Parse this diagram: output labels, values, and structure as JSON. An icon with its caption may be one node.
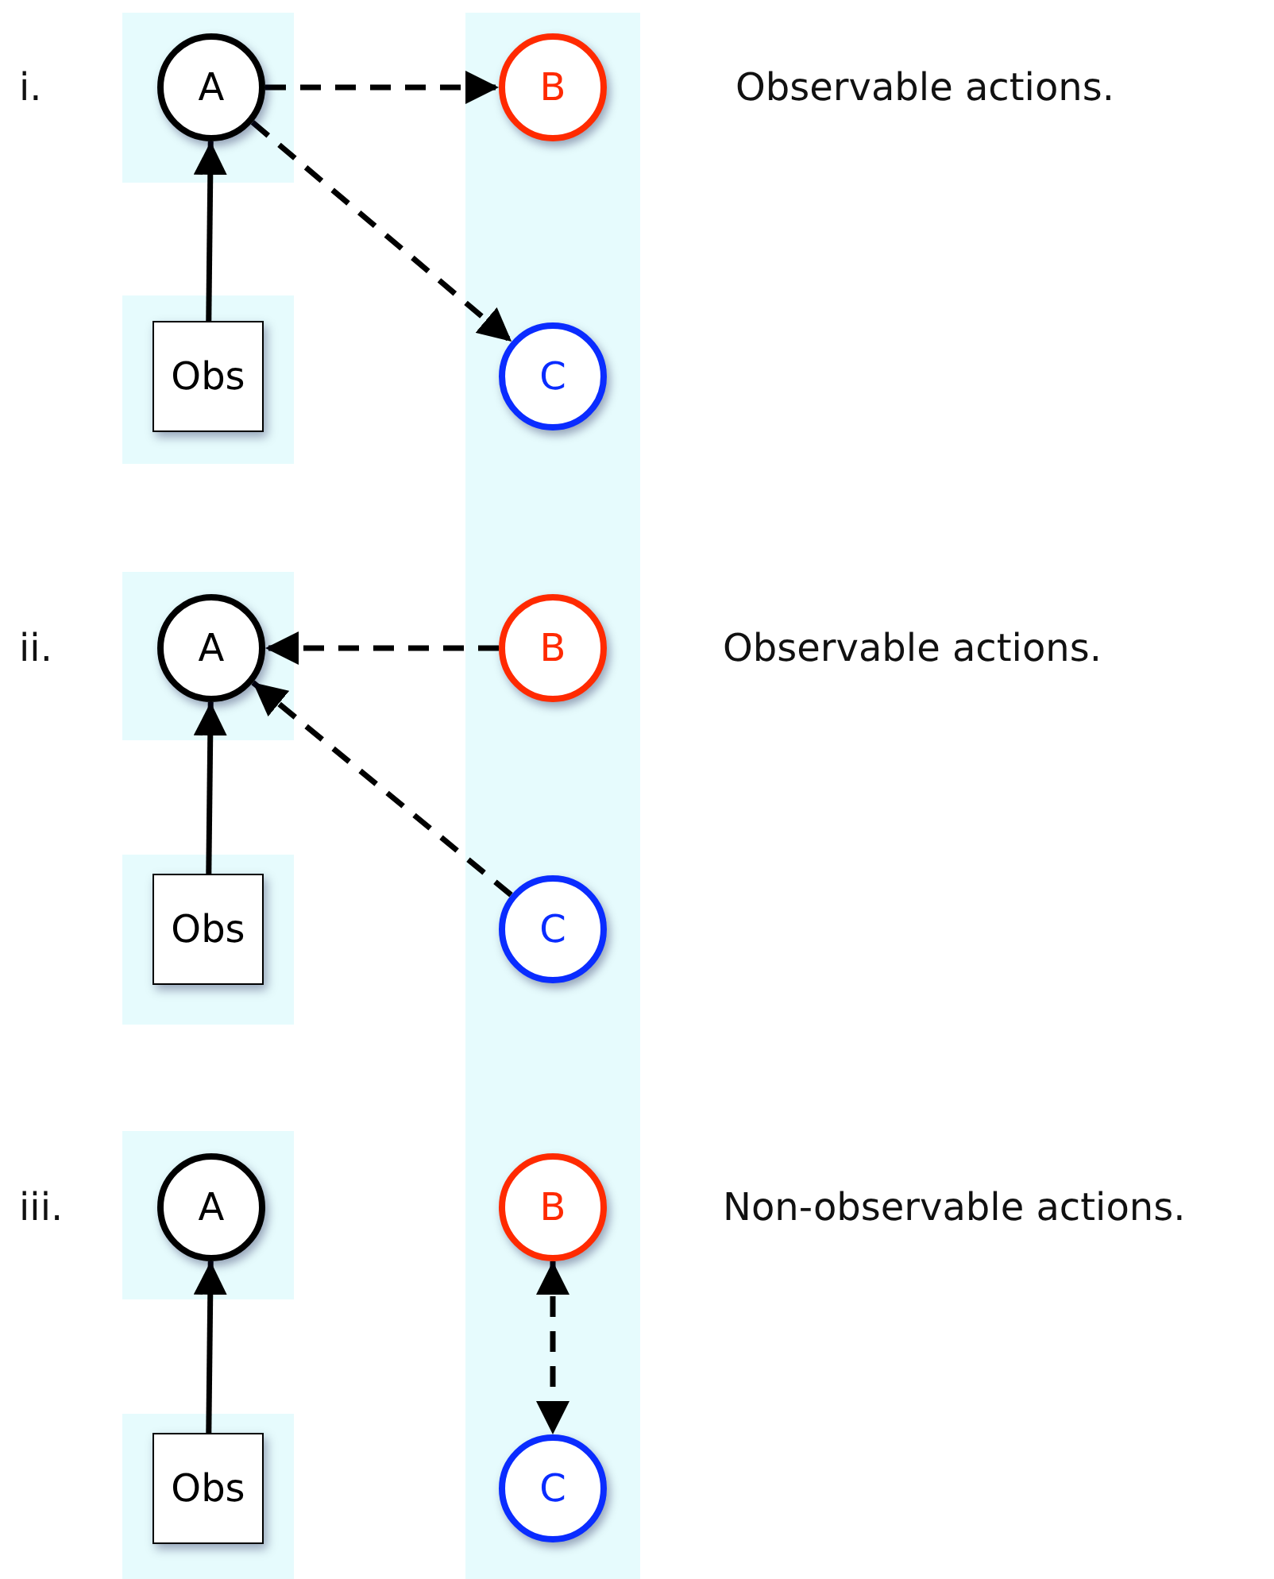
{
  "diagram": {
    "nodes": [
      {
        "text": [
          "A"
        ]
      },
      {
        "text": [
          "B"
        ]
      },
      {
        "text": [
          "C"
        ]
      },
      {
        "text": [
          "Obs"
        ]
      },
      {
        "text": [
          "A"
        ]
      },
      {
        "text": [
          "B"
        ]
      },
      {
        "text": [
          "C"
        ]
      },
      {
        "text": [
          "Obs"
        ]
      },
      {
        "text": [
          "A"
        ]
      },
      {
        "text": [
          "B"
        ]
      },
      {
        "text": [
          "C"
        ]
      },
      {
        "text": [
          "Obs"
        ]
      }
    ],
    "edges": [
      {
        "from": 0,
        "to": 1,
        "arrow": "to",
        "style": "dashed"
      },
      {
        "from": 0,
        "to": 2,
        "arrow": "to",
        "style": "dashed"
      },
      {
        "from": 3,
        "to": 0,
        "arrow": "to"
      },
      {
        "from": 5,
        "to": 4,
        "arrow": "to",
        "style": "dashed"
      },
      {
        "from": 6,
        "to": 4,
        "arrow": "to",
        "style": "dashed"
      },
      {
        "from": 7,
        "to": 4,
        "arrow": "to"
      },
      {
        "from": 11,
        "to": 8,
        "arrow": "to"
      },
      {
        "from": 9,
        "to": 10,
        "arrow": "both",
        "style": "dashed"
      }
    ],
    "labels": [
      "i.",
      "Observable actions.",
      "ii.",
      "Observable actions.",
      "iii.",
      "Non-observable actions."
    ]
  }
}
